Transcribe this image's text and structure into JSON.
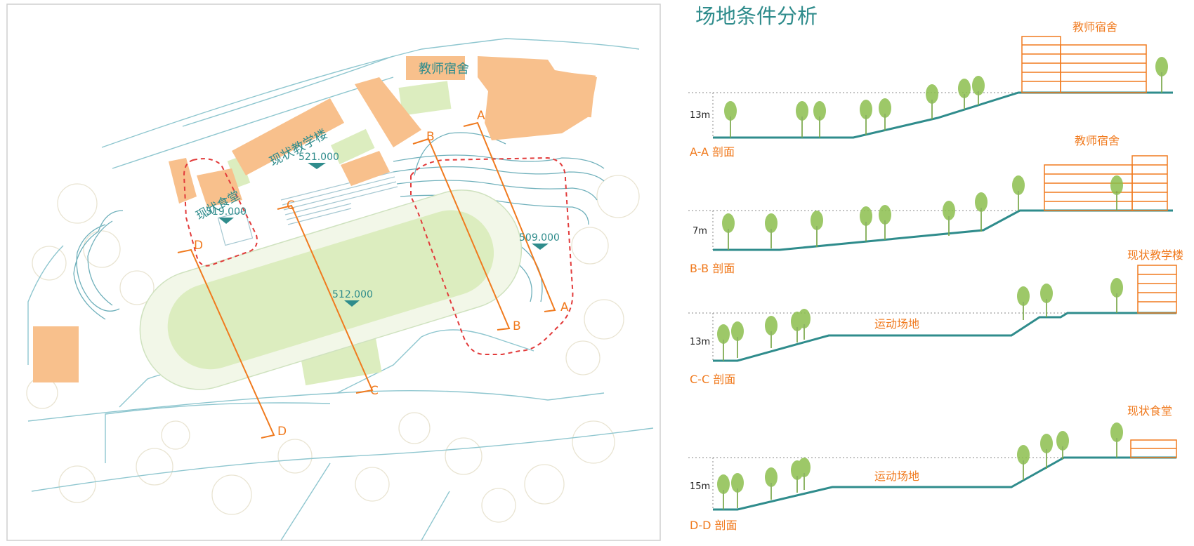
{
  "title": "场地条件分析",
  "colors": {
    "teal": "#2f8c8c",
    "orange": "#f07a1e",
    "building": "#f8c08c",
    "lawn": "#dcedbf",
    "redDash": "#e23b3b",
    "contour": "#7fb7c1",
    "tree": "#8cbf4e"
  },
  "map": {
    "buildings": [
      "教师宿舍",
      "现状教学楼",
      "现状食堂"
    ],
    "elevations": [
      "521.000",
      "519.000",
      "512.000",
      "509.000"
    ],
    "section_markers": {
      "a": "A",
      "b": "B",
      "c": "C",
      "d": "D"
    }
  },
  "sections": [
    {
      "name": "A-A 剖面",
      "height": "13m",
      "labels": [
        "教师宿舍"
      ]
    },
    {
      "name": "B-B 剖面",
      "height": "7m",
      "labels": [
        "教师宿舍"
      ]
    },
    {
      "name": "C-C 剖面",
      "height": "13m",
      "labels": [
        "现状教学楼",
        "运动场地"
      ]
    },
    {
      "name": "D-D 剖面",
      "height": "15m",
      "labels": [
        "现状食堂",
        "运动场地"
      ]
    }
  ]
}
